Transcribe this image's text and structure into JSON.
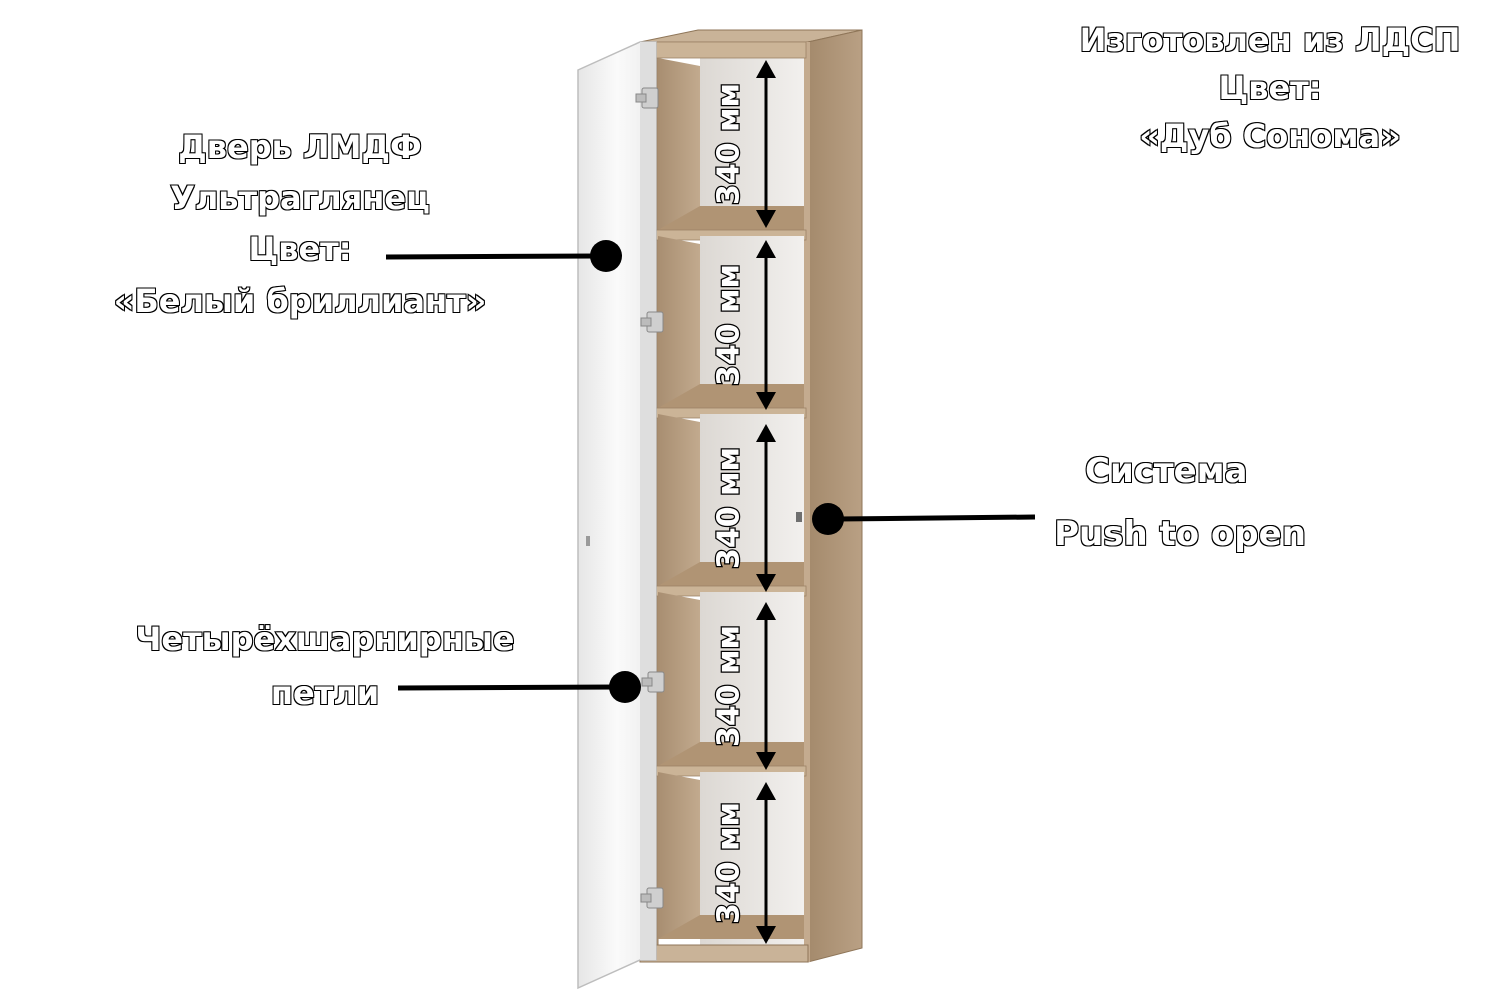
{
  "labels": {
    "material": {
      "line1": "Изготовлен из ЛДСП",
      "line2": "Цвет:",
      "line3": "«Дуб Сонома»"
    },
    "door": {
      "line1": "Дверь ЛМДФ",
      "line2": "Ультраглянец",
      "line3": "Цвет:",
      "line4": "«Белый бриллиант»"
    },
    "push": {
      "line1": "Система",
      "line2": "Push to open"
    },
    "hinges": {
      "line1": "Четырёхшарнирные",
      "line2": "петли"
    }
  },
  "shelves": [
    {
      "dimension": "340 мм"
    },
    {
      "dimension": "340 мм"
    },
    {
      "dimension": "340 мм"
    },
    {
      "dimension": "340 мм"
    },
    {
      "dimension": "340 мм"
    }
  ],
  "colors": {
    "oak": "#b59b7e",
    "oak_dark": "#9c8266",
    "oak_shadow": "#8a7159",
    "back_panel": "#ece9e6",
    "door": "#f7f7f7",
    "ink": "#000000"
  },
  "icons": [
    "hinge-icon",
    "callout-dot",
    "dimension-arrow"
  ]
}
